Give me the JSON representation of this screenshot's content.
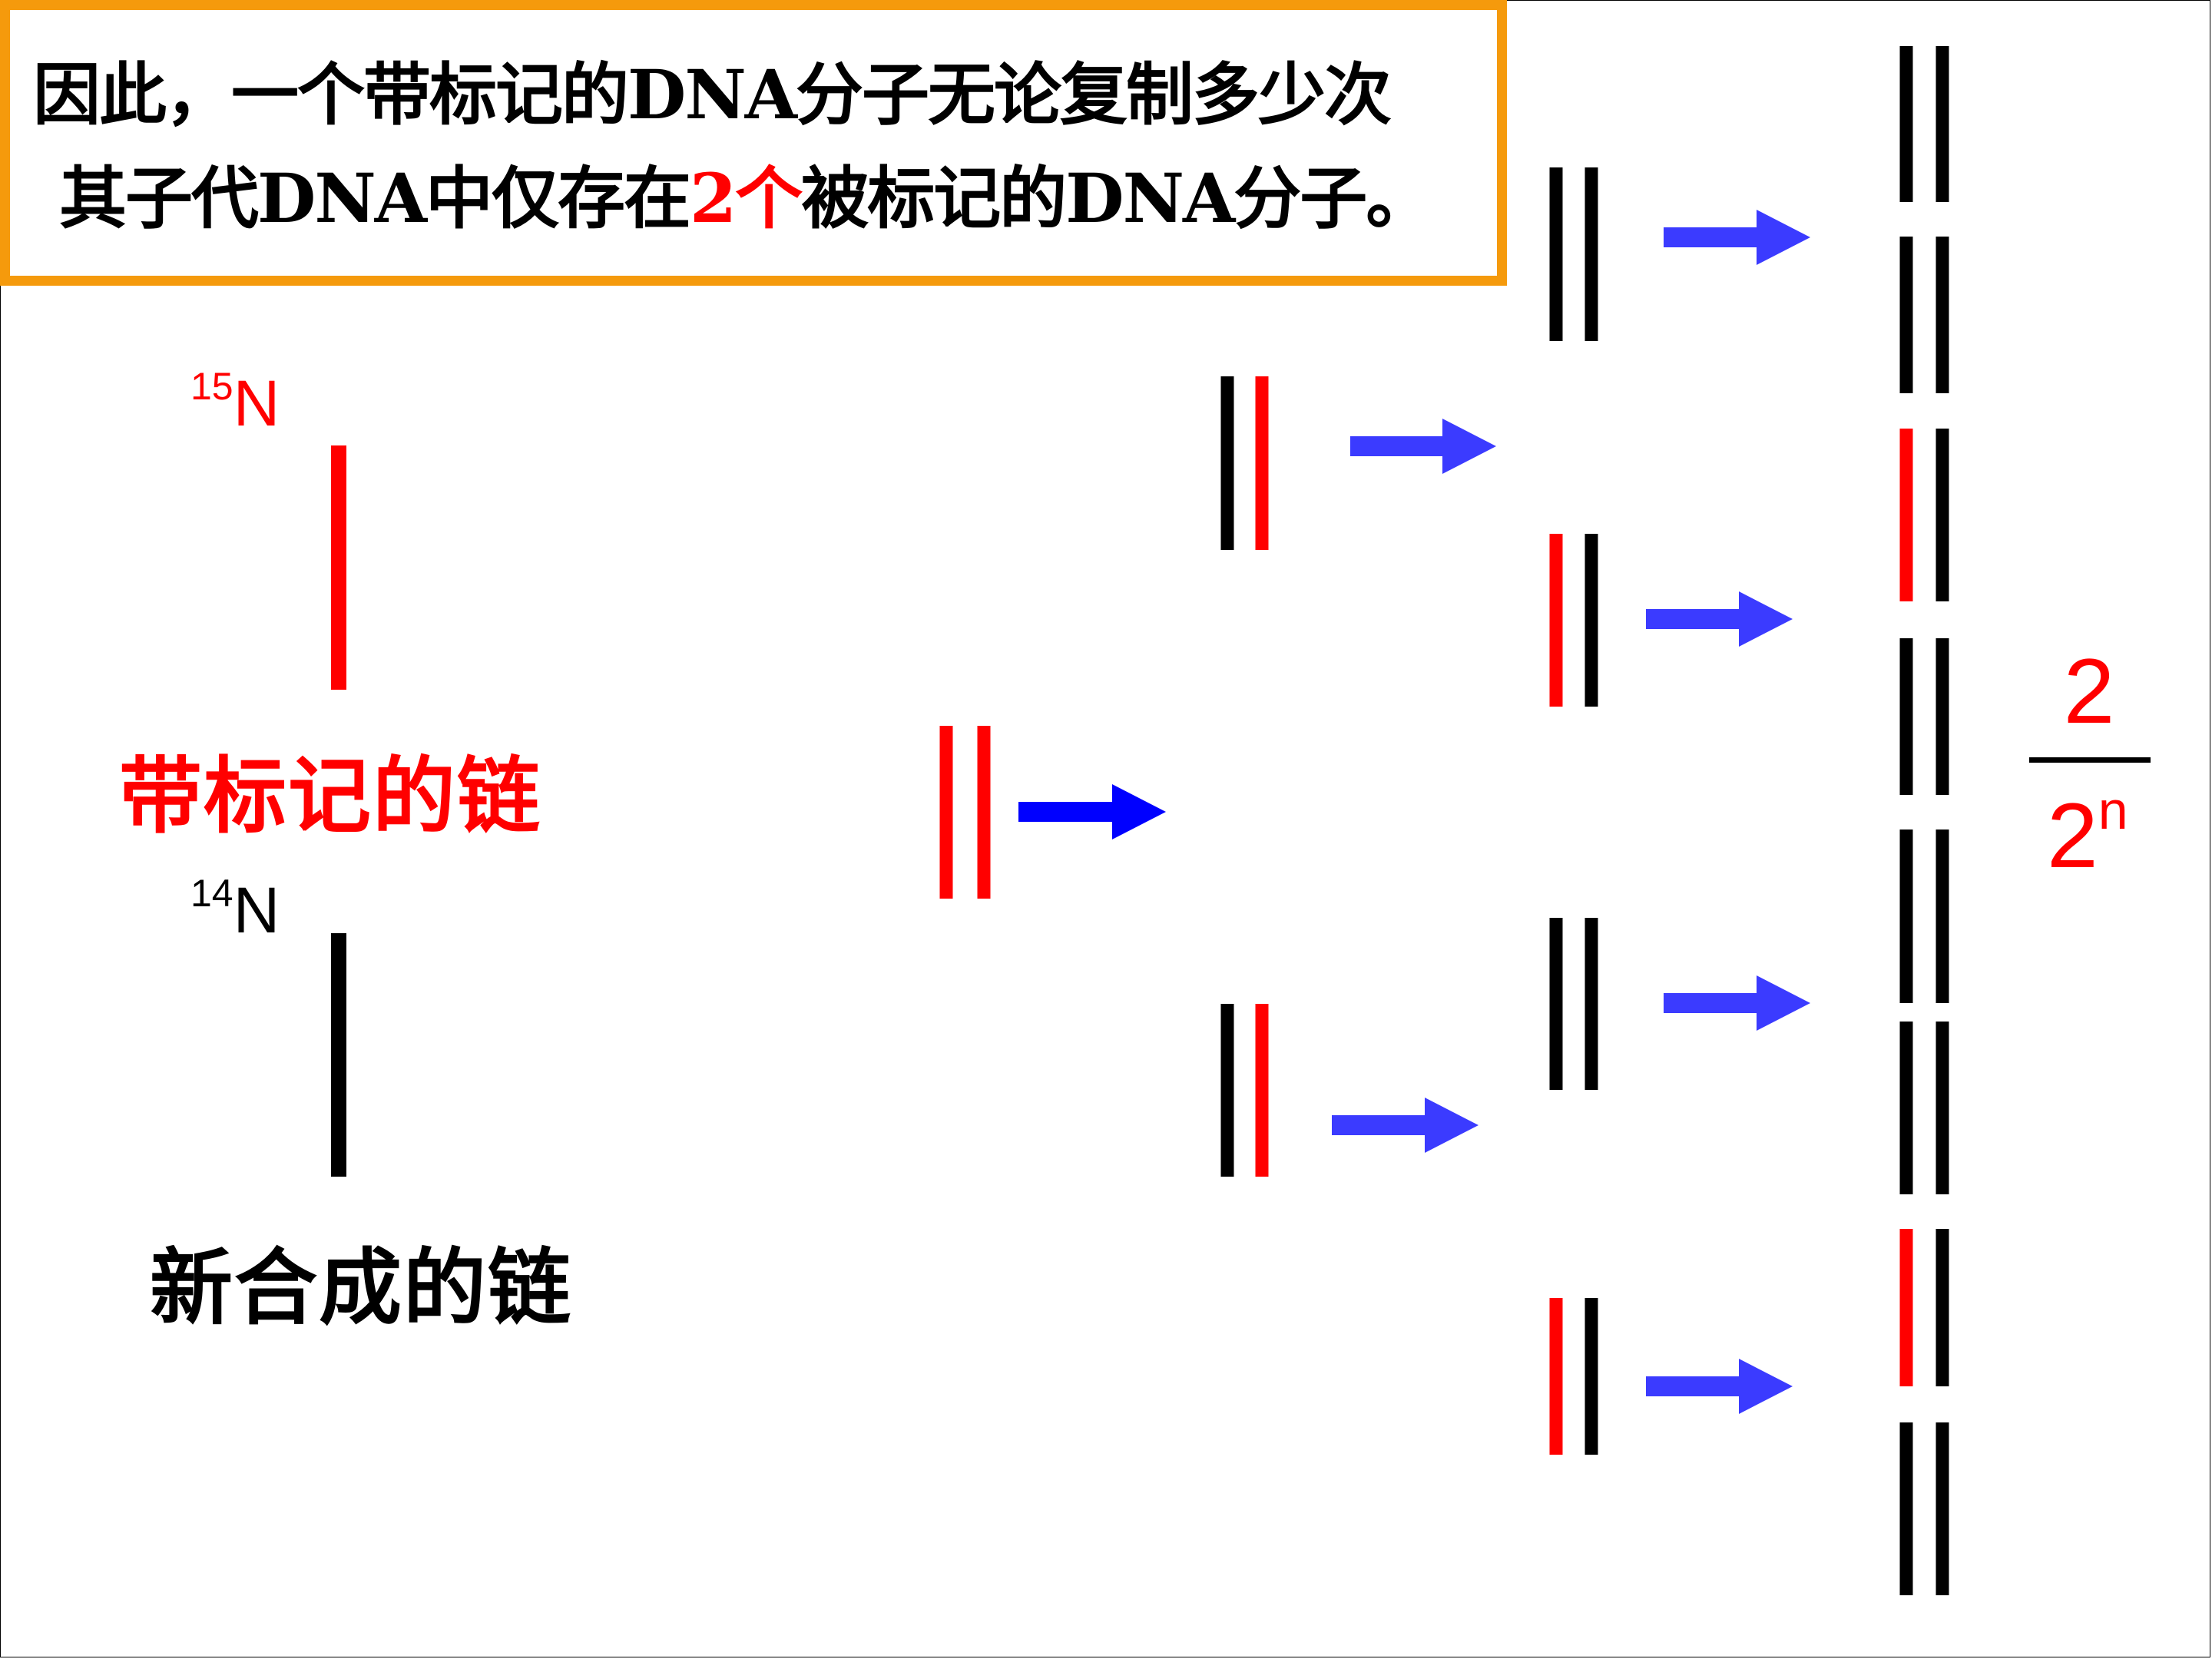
{
  "callout": {
    "line1": "因此，一个带标记的DNA分子无论复制多少次",
    "line2_before": "其子代DNA中仅存在",
    "line2_highlight": "2个",
    "line2_after": "被标记的DNA分子。"
  },
  "legend": {
    "labeled_isotope_mass": "15",
    "labeled_isotope_symbol": "N",
    "labeled_chain_label": "带标记的链",
    "new_isotope_mass": "14",
    "new_isotope_symbol": "N",
    "new_chain_label": "新合成的链"
  },
  "fraction": {
    "numerator": "2",
    "denominator_base": "2",
    "denominator_exp": "n"
  },
  "colors": {
    "labeled_strand": "#ff0000",
    "new_strand": "#000000",
    "arrow_gen0": "#0000ff",
    "arrow": "#3b3bff",
    "callout_border": "#f59a0c"
  },
  "generations": [
    {
      "name": "parent",
      "molecules": [
        [
          "red",
          "red"
        ]
      ]
    },
    {
      "name": "gen1",
      "molecules": [
        [
          "black",
          "red"
        ],
        [
          "black",
          "red"
        ]
      ]
    },
    {
      "name": "gen2",
      "molecules": [
        [
          "black",
          "black"
        ],
        [
          "red",
          "black"
        ],
        [
          "black",
          "black"
        ],
        [
          "red",
          "black"
        ]
      ]
    },
    {
      "name": "gen3",
      "molecules": [
        [
          "black",
          "black"
        ],
        [
          "black",
          "black"
        ],
        [
          "red",
          "black"
        ],
        [
          "black",
          "black"
        ],
        [
          "black",
          "black"
        ],
        [
          "black",
          "black"
        ],
        [
          "red",
          "black"
        ],
        [
          "black",
          "black"
        ]
      ]
    }
  ]
}
